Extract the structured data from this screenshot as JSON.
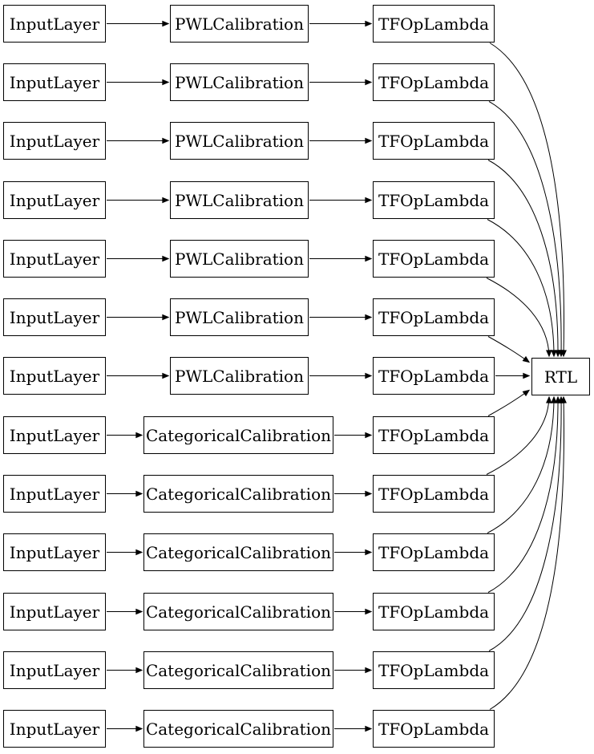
{
  "rows": [
    {
      "input": "InputLayer",
      "calibration": "PWLCalibration",
      "lambda": "TFOpLambda"
    },
    {
      "input": "InputLayer",
      "calibration": "PWLCalibration",
      "lambda": "TFOpLambda"
    },
    {
      "input": "InputLayer",
      "calibration": "PWLCalibration",
      "lambda": "TFOpLambda"
    },
    {
      "input": "InputLayer",
      "calibration": "PWLCalibration",
      "lambda": "TFOpLambda"
    },
    {
      "input": "InputLayer",
      "calibration": "PWLCalibration",
      "lambda": "TFOpLambda"
    },
    {
      "input": "InputLayer",
      "calibration": "PWLCalibration",
      "lambda": "TFOpLambda"
    },
    {
      "input": "InputLayer",
      "calibration": "PWLCalibration",
      "lambda": "TFOpLambda"
    },
    {
      "input": "InputLayer",
      "calibration": "CategoricalCalibration",
      "lambda": "TFOpLambda"
    },
    {
      "input": "InputLayer",
      "calibration": "CategoricalCalibration",
      "lambda": "TFOpLambda"
    },
    {
      "input": "InputLayer",
      "calibration": "CategoricalCalibration",
      "lambda": "TFOpLambda"
    },
    {
      "input": "InputLayer",
      "calibration": "CategoricalCalibration",
      "lambda": "TFOpLambda"
    },
    {
      "input": "InputLayer",
      "calibration": "CategoricalCalibration",
      "lambda": "TFOpLambda"
    },
    {
      "input": "InputLayer",
      "calibration": "CategoricalCalibration",
      "lambda": "TFOpLambda"
    }
  ],
  "output_node": {
    "label": "RTL"
  },
  "colors": {
    "node_border": "#000000",
    "node_fill": "#ffffff",
    "edge": "#000000",
    "text": "#000000",
    "background": "#ffffff"
  }
}
